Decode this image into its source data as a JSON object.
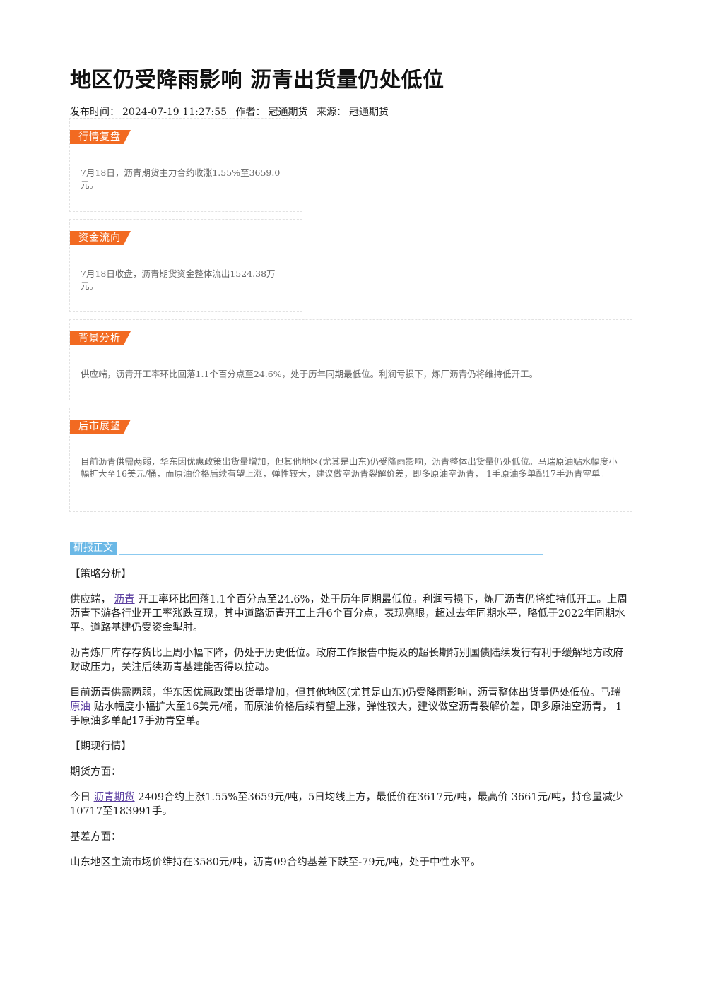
{
  "article": {
    "title": "地区仍受降雨影响 沥青出货量仍处低位",
    "meta": {
      "publish_label": "发布时间：",
      "publish_time": "2024-07-19 11:27:55",
      "author_label": "作者：",
      "author": "冠通期货",
      "source_label": "来源：",
      "source": "冠通期货"
    }
  },
  "cards": [
    {
      "tag": "行情复盘",
      "text": "7月18日，沥青期货主力合约收涨1.55%至3659.0元。"
    },
    {
      "tag": "资金流向",
      "text": "7月18日收盘，沥青期货资金整体流出1524.38万元。"
    },
    {
      "tag": "背景分析",
      "text": "供应端，沥青开工率环比回落1.1个百分点至24.6%，处于历年同期最低位。利润亏损下，炼厂沥青仍将维持低开工。"
    },
    {
      "tag": "后市展望",
      "text": "目前沥青供需两弱，华东因优惠政策出货量增加，但其他地区(尤其是山东)仍受降雨影响，沥青整体出货量仍处低位。马瑞原油贴水幅度小幅扩大至16美元/桶，而原油价格后续有望上涨，弹性较大，建议做空沥青裂解价差，即多原油空沥青， 1手原油多单配17手沥青空单。"
    }
  ],
  "report": {
    "section_label": "研报正文",
    "strategy_heading": "【策略分析】",
    "p1_prefix": "供应端，",
    "p1_link": "沥青",
    "p1_suffix": "开工率环比回落1.1个百分点至24.6%，处于历年同期最低位。利润亏损下，炼厂沥青仍将维持低开工。上周沥青下游各行业开工率涨跌互现，其中道路沥青开工上升6个百分点，表现亮眼，超过去年同期水平，略低于2022年同期水平。道路基建仍受资金掣肘。",
    "p2": "沥青炼厂库存存货比上周小幅下降，仍处于历史低位。政府工作报告中提及的超长期特别国债陆续发行有利于缓解地方政府财政压力，关注后续沥青基建能否得以拉动。",
    "p3_prefix": "目前沥青供需两弱，华东因优惠政策出货量增加，但其他地区(尤其是山东)仍受降雨影响，沥青整体出货量仍处低位。马瑞",
    "p3_link": "原油",
    "p3_suffix": "贴水幅度小幅扩大至16美元/桶，而原油价格后续有望上涨，弹性较大，建议做空沥青裂解价差，即多原油空沥青， 1手原油多单配17手沥青空单。",
    "market_heading": "【期现行情】",
    "futures_label": "期货方面：",
    "p4_prefix": "今日",
    "p4_link": "沥青期货",
    "p4_suffix": "2409合约上涨1.55%至3659元/吨，5日均线上方，最低价在3617元/吨，最高价 3661元/吨，持仓量减少10717至183991手。",
    "basis_label": "基差方面：",
    "p5": "山东地区主流市场价维持在3580元/吨，沥青09合约基差下跌至-79元/吨，处于中性水平。"
  }
}
